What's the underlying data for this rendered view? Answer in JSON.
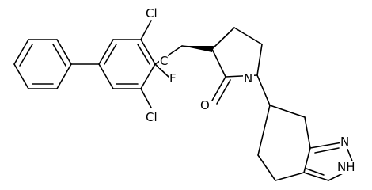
{
  "molecule": {
    "atoms": {
      "cl_top": "Cl",
      "cl_bottom": "Cl",
      "fluorine": "F",
      "carbon": "C",
      "oxygen": "O",
      "nitrogen_lactam": "N",
      "nitrogen_indazole": "N",
      "nh_indazole": "NH"
    },
    "colors": {
      "bond": "#000000",
      "label": "#000000",
      "background": "#ffffff"
    }
  }
}
